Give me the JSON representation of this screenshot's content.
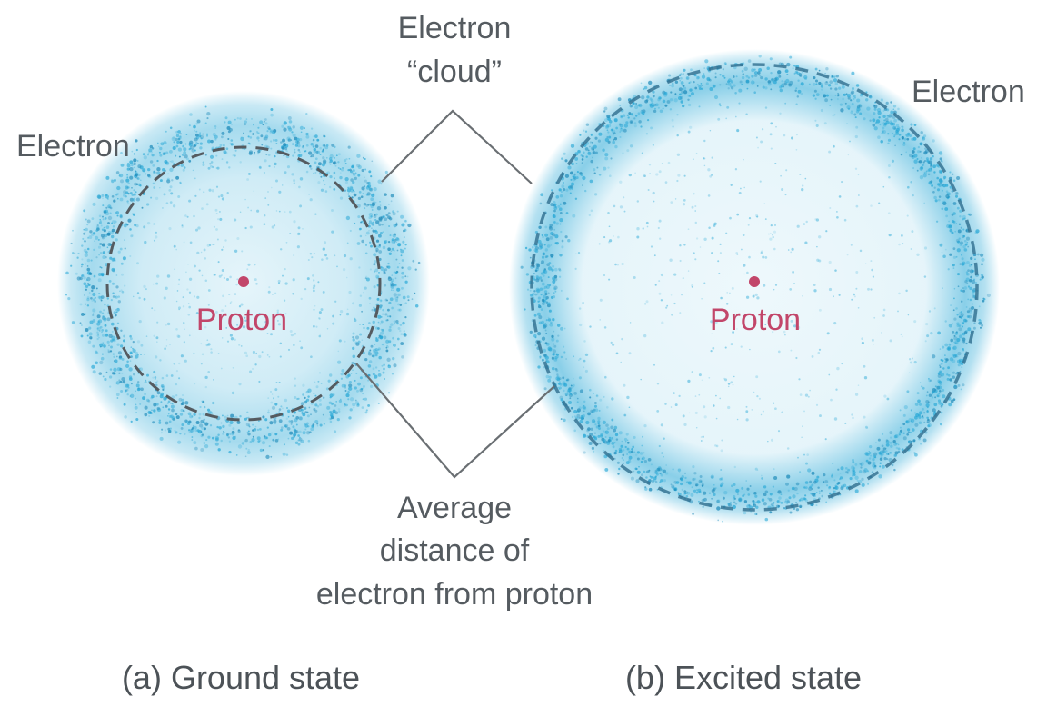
{
  "colors": {
    "cloud": "#29a8d6",
    "cloud_dark": "#1a88b8",
    "proton": "#c2466a",
    "label": "#555b60",
    "line": "#6a6f73"
  },
  "labels": {
    "electron_cloud_line1": "Electron",
    "electron_cloud_line2": "“cloud”",
    "electron_left": "Electron",
    "electron_right": "Electron",
    "average_line1": "Average",
    "average_line2": "distance of",
    "average_line3": "electron from proton"
  },
  "ground_state": {
    "proton_label": "Proton",
    "caption": "(a) Ground state"
  },
  "excited_state": {
    "proton_label": "Proton",
    "caption": "(b) Excited state"
  }
}
